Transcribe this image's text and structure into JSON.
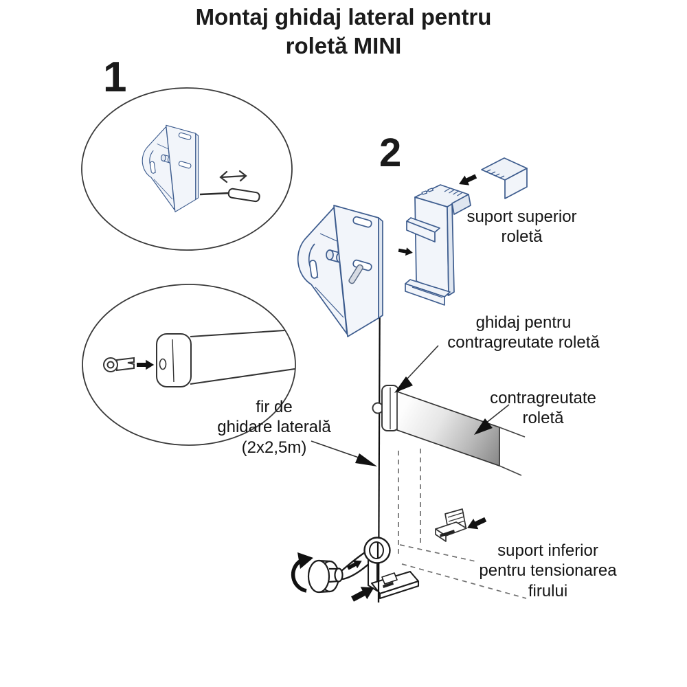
{
  "title": "Montaj ghidaj lateral pentru\nroletă MINI",
  "steps": {
    "step1": "1",
    "step2": "2"
  },
  "labels": {
    "suport_superior": "suport superior\nroletă",
    "ghidaj": "ghidaj pentru\ncontragreutate roletă",
    "contragreutate": "contragreutate\nroletă",
    "fir": "fir de\nghidare laterală\n(2x2,5m)",
    "suport_inferior": "suport inferior\npentru tensionarea\nfirului"
  },
  "icons": {
    "direction_arrow": "solid-black-right-arrow",
    "double_arrow": "left-right-double-arrow",
    "rotation_arrow": "counterclockwise-rotation-arrow",
    "leader_arrowhead": "solid-triangle-pointer"
  },
  "colors": {
    "part_outline": "#3d5c8e",
    "part_fill": "#f2f5fa",
    "part_fill_shade": "#dfe6f0",
    "line_art": "#333333",
    "wire": "#111111",
    "dashed_line": "#707070",
    "counterweight_light": "#fdfdfd",
    "counterweight_dark": "#8a8a8a",
    "text": "#141414"
  }
}
